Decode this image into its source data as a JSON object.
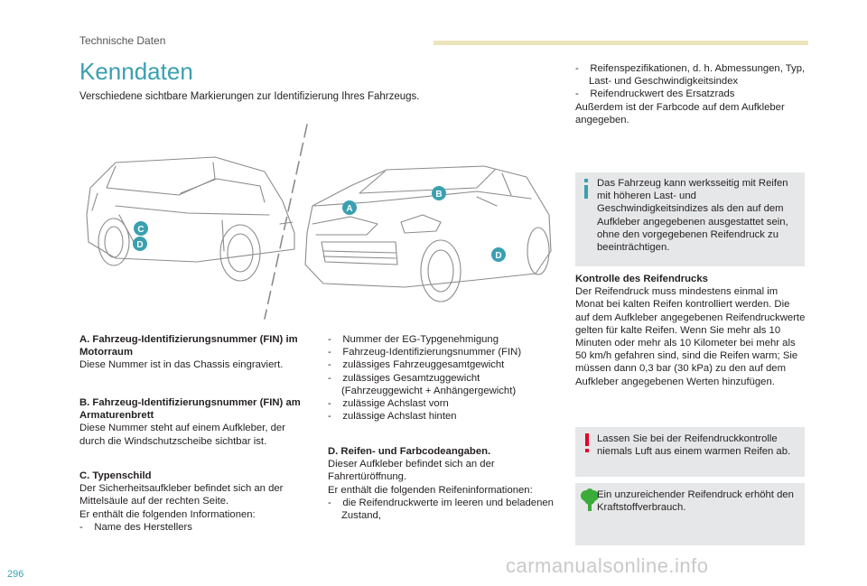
{
  "header": {
    "section": "Technische Daten",
    "accent_color": "#ece4bb"
  },
  "title": "Kenndaten",
  "intro": "Verschiedene sichtbare Markierungen zur Identifizierung Ihres Fahrzeugs.",
  "figure": {
    "callouts": [
      "A",
      "B",
      "C",
      "D",
      "D"
    ],
    "callout_color": "#3aa0b0"
  },
  "left_column": {
    "a_title": "A. Fahrzeug-Identifizierungsnummer (FIN) im Motorraum",
    "a_text": "Diese Nummer ist in das Chassis eingraviert.",
    "b_title": "B. Fahrzeug-Identifizierungsnummer (FIN) am Armaturenbrett",
    "b_text": "Diese Nummer steht auf einem Aufkleber, der durch die Windschutzscheibe sichtbar ist.",
    "c_title": "C. Typenschild",
    "c_text1": "Der Sicherheitsaufkleber befindet sich an der Mittelsäule auf der rechten Seite.",
    "c_text2": "Er enthält die folgenden Informationen:",
    "c_item1": "-    Name des Herstellers"
  },
  "middle_column": {
    "items": [
      "-    Nummer der EG-Typgenehmigung",
      "-    Fahrzeug-Identifizierungsnummer (FIN)",
      "-    zulässiges Fahrzeuggesamtgewicht",
      "-    zulässiges Gesamtzuggewicht (Fahrzeuggewicht + Anhängergewicht)",
      "-    zulässige Achslast vorn",
      "-    zulässige Achslast hinten"
    ],
    "d_title": "D. Reifen- und Farbcodeangaben.",
    "d_text1": "Dieser Aufkleber befindet sich an der Fahrertüröffnung.",
    "d_text2": "Er enthält die folgenden Reifeninformationen:",
    "d_item1": "-    die Reifendruckwerte im leeren und beladenen Zustand,"
  },
  "right_column": {
    "item1": "-    Reifenspezifikationen, d. h. Abmessungen, Typ, Last- und Geschwindigkeitsindex",
    "item2": "-    Reifendruckwert des Ersatzrads",
    "text1": "Außerdem ist der Farbcode auf dem Aufkleber angegeben.",
    "info_text": "Das Fahrzeug kann werksseitig mit Reifen mit höheren Last- und Geschwindigkeitsindizes als den auf dem Aufkleber angegebenen ausgestattet sein, ohne den vorgegebenen Reifendruck zu beeinträchtigen.",
    "kontrolle_title": "Kontrolle des Reifendrucks",
    "kontrolle_text": "Der Reifendruck muss mindestens einmal im Monat bei kalten Reifen kontrolliert werden. Die auf dem Aufkleber angegebenen Reifendruckwerte gelten für kalte Reifen. Wenn Sie mehr als 10 Minuten oder mehr als 10 Kilometer bei mehr als 50 km/h gefahren sind, sind die Reifen warm; Sie müssen dann 0,3 bar (30 kPa) zu den auf dem Aufkleber angegebenen Werten hinzufügen.",
    "warning_text": "Lassen Sie bei der Reifendruckkontrolle niemals Luft aus einem warmen Reifen ab.",
    "eco_text": "Ein unzureichender Reifendruck erhöht den Kraftstoffverbrauch.",
    "info_icon_color": "#3aa0b0",
    "warning_icon_color": "#e4002b",
    "eco_icon_color": "#3bab3a"
  },
  "footer": {
    "page_number": "296",
    "watermark": "carmanualsonline.info"
  }
}
